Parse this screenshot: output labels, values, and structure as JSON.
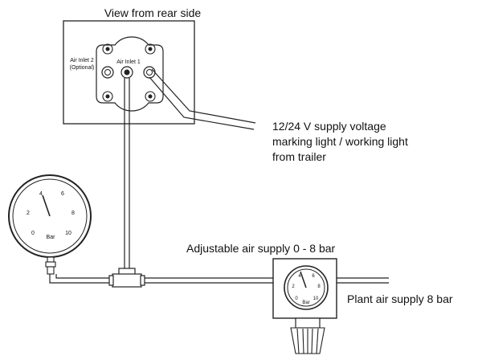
{
  "title": "View from rear side",
  "panel": {
    "inlet2_line1": "Air Inlet 2",
    "inlet2_line2": "(Optional)",
    "inlet1": "Air Inlet 1"
  },
  "supply_voltage": {
    "line1": "12/24 V supply voltage",
    "line2": "marking light / working light",
    "line3": "from trailer"
  },
  "adjustable_air": "Adjustable air supply 0 - 8 bar",
  "plant_air": "Plant air supply 8 bar",
  "gauge": {
    "unit": "Bar",
    "ticks": [
      "0",
      "2",
      "4",
      "6",
      "8",
      "10"
    ]
  },
  "regulator_gauge": {
    "unit": "Bar",
    "ticks": [
      "0",
      "2",
      "4",
      "6",
      "8",
      "10"
    ]
  }
}
